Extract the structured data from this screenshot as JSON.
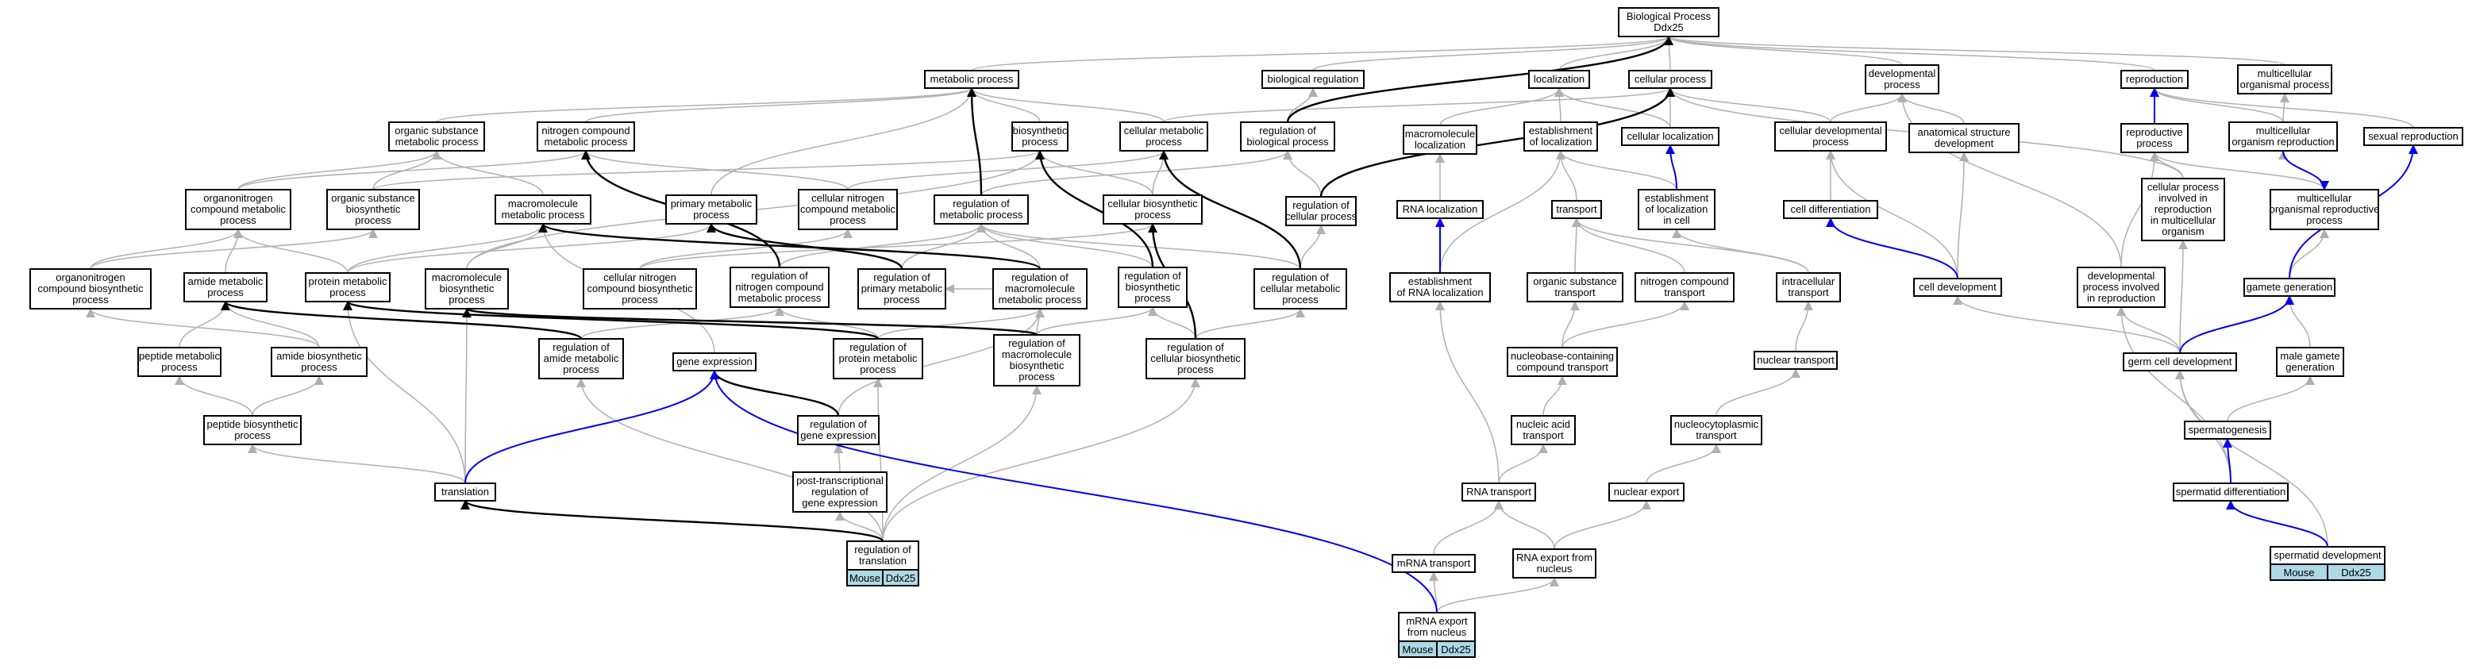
{
  "graph": {
    "nodes": {
      "root": [
        "Biological Process",
        "Ddx25"
      ],
      "meta": [
        "metabolic process"
      ],
      "bioreg": [
        "biological regulation"
      ],
      "loc": [
        "localization"
      ],
      "cellproc": [
        "cellular process"
      ],
      "dev": [
        "developmental",
        "process"
      ],
      "repro": [
        "reproduction"
      ],
      "multiorg": [
        "multicellular",
        "organismal process"
      ],
      "orgsub": [
        "organic substance",
        "metabolic process"
      ],
      "ncmp": [
        "nitrogen compound",
        "metabolic process"
      ],
      "biosyn": [
        "biosynthetic",
        "process"
      ],
      "cellmeta": [
        "cellular metabolic",
        "process"
      ],
      "regbio": [
        "regulation of",
        "biological process"
      ],
      "macroloc": [
        "macromolecule",
        "localization"
      ],
      "estloc": [
        "establishment",
        "of localization"
      ],
      "cellloc": [
        "cellular localization"
      ],
      "celldevproc": [
        "cellular developmental",
        "process"
      ],
      "anatdev": [
        "anatomical structure",
        "development"
      ],
      "reproproc": [
        "reproductive",
        "process"
      ],
      "multirepro": [
        "multicellular",
        "organism reproduction"
      ],
      "sexrepro": [
        "sexual reproduction"
      ],
      "orgnitmeta": [
        "organonitrogen",
        "compound metabolic",
        "process"
      ],
      "orgsubbio": [
        "organic substance",
        "biosynthetic",
        "process"
      ],
      "macromet": [
        "macromolecule",
        "metabolic process"
      ],
      "primmeta": [
        "primary metabolic",
        "process"
      ],
      "cellnitmeta": [
        "cellular nitrogen",
        "compound metabolic",
        "process"
      ],
      "regmeta": [
        "regulation of",
        "metabolic process"
      ],
      "cellbio": [
        "cellular biosynthetic",
        "process"
      ],
      "regcell": [
        "regulation of",
        "cellular process"
      ],
      "rnaloc": [
        "RNA localization"
      ],
      "transport": [
        "transport"
      ],
      "estlocincell": [
        "establishment",
        "of localization",
        "in cell"
      ],
      "celldiff": [
        "cell differentiation"
      ],
      "cellprocrepro": [
        "cellular process",
        "involved in",
        "reproduction",
        "in multicellular",
        "organism"
      ],
      "multireproproc": [
        "multicellular",
        "organismal reproductive",
        "process"
      ],
      "orgnitbio": [
        "organonitrogen",
        "compound biosynthetic",
        "process"
      ],
      "aminometa": [
        "amide metabolic",
        "process"
      ],
      "protmeta": [
        "protein metabolic",
        "process"
      ],
      "macrobio": [
        "macromolecule",
        "biosynthetic",
        "process"
      ],
      "cellnitbio": [
        "cellular nitrogen",
        "compound biosynthetic",
        "process"
      ],
      "regnit": [
        "regulation of",
        "nitrogen compound",
        "metabolic process"
      ],
      "regprim": [
        "regulation of",
        "primary metabolic",
        "process"
      ],
      "regmacro": [
        "regulation of",
        "macromolecule",
        "metabolic process"
      ],
      "regbiosyn": [
        "regulation of",
        "biosynthetic",
        "process"
      ],
      "regcellmeta": [
        "regulation of",
        "cellular metabolic",
        "process"
      ],
      "estrna": [
        "establishment",
        "of RNA localization"
      ],
      "orgsubtrans": [
        "organic substance",
        "transport"
      ],
      "nittrans": [
        "nitrogen compound",
        "transport"
      ],
      "intratrans": [
        "intracellular",
        "transport"
      ],
      "celldev": [
        "cell development"
      ],
      "devrepro": [
        "developmental",
        "process involved",
        "in reproduction"
      ],
      "gametegen": [
        "gamete generation"
      ],
      "peptmeta": [
        "peptide metabolic",
        "process"
      ],
      "amidebio": [
        "amide biosynthetic",
        "process"
      ],
      "regamide": [
        "regulation of",
        "amide metabolic",
        "process"
      ],
      "geneexp": [
        "gene expression"
      ],
      "regprot": [
        "regulation of",
        "protein metabolic",
        "process"
      ],
      "regmacrobio": [
        "regulation of",
        "macromolecule",
        "biosynthetic",
        "process"
      ],
      "regcellbio": [
        "regulation of",
        "cellular biosynthetic",
        "process"
      ],
      "nucleobase": [
        "nucleobase-containing",
        "compound transport"
      ],
      "nucltrans": [
        "nuclear transport"
      ],
      "germcell": [
        "germ cell development"
      ],
      "malegam": [
        "male gamete",
        "generation"
      ],
      "peptbio": [
        "peptide biosynthetic",
        "process"
      ],
      "reggene": [
        "regulation of",
        "gene expression"
      ],
      "nucacid": [
        "nucleic acid",
        "transport"
      ],
      "nucleocyto": [
        "nucleocytoplasmic",
        "transport"
      ],
      "spermatogen": [
        "spermatogenesis"
      ],
      "translation": [
        "translation"
      ],
      "posttrans": [
        "post-transcriptional",
        "regulation of",
        "gene expression"
      ],
      "rnatrans": [
        "RNA transport"
      ],
      "nucexport": [
        "nuclear export"
      ],
      "spermatid": [
        "spermatid differentiation"
      ],
      "regtrans": [
        "regulation of",
        "translation"
      ],
      "mrnatrans": [
        "mRNA transport"
      ],
      "rnaexport": [
        "RNA export from",
        "nucleus"
      ],
      "sperdev": [
        "spermatid development"
      ],
      "mrnaexport": [
        "mRNA export",
        "from nucleus"
      ]
    },
    "annotations": {
      "regtrans": [
        "Mouse",
        "Ddx25"
      ],
      "sperdev": [
        "Mouse",
        "Ddx25"
      ],
      "mrnaexport": [
        "Mouse",
        "Ddx25"
      ]
    },
    "edges": {
      "is_a": [
        [
          "meta",
          "root"
        ],
        [
          "bioreg",
          "root"
        ],
        [
          "loc",
          "root"
        ],
        [
          "cellproc",
          "root"
        ],
        [
          "dev",
          "root"
        ],
        [
          "repro",
          "root"
        ],
        [
          "multiorg",
          "root"
        ],
        [
          "orgsub",
          "meta"
        ],
        [
          "ncmp",
          "meta"
        ],
        [
          "biosyn",
          "meta"
        ],
        [
          "cellmeta",
          "meta"
        ],
        [
          "cellmeta",
          "cellproc"
        ],
        [
          "regbio",
          "bioreg"
        ],
        [
          "macroloc",
          "loc"
        ],
        [
          "estloc",
          "loc"
        ],
        [
          "cellloc",
          "loc"
        ],
        [
          "cellloc",
          "cellproc"
        ],
        [
          "celldevproc",
          "dev"
        ],
        [
          "celldevproc",
          "cellproc"
        ],
        [
          "anatdev",
          "dev"
        ],
        [
          "reproproc",
          "repro"
        ],
        [
          "multirepro",
          "repro"
        ],
        [
          "multirepro",
          "multiorg"
        ],
        [
          "sexrepro",
          "repro"
        ],
        [
          "orgnitmeta",
          "orgsub"
        ],
        [
          "orgnitmeta",
          "ncmp"
        ],
        [
          "orgsubbio",
          "orgsub"
        ],
        [
          "orgsubbio",
          "biosyn"
        ],
        [
          "macromet",
          "orgsub"
        ],
        [
          "primmeta",
          "meta"
        ],
        [
          "cellnitmeta",
          "ncmp"
        ],
        [
          "cellnitmeta",
          "cellmeta"
        ],
        [
          "regmeta",
          "regbio"
        ],
        [
          "cellbio",
          "biosyn"
        ],
        [
          "cellbio",
          "cellmeta"
        ],
        [
          "regcell",
          "regbio"
        ],
        [
          "regcell",
          "cellproc"
        ],
        [
          "rnaloc",
          "macroloc"
        ],
        [
          "transport",
          "estloc"
        ],
        [
          "estlocincell",
          "estloc"
        ],
        [
          "celldiff",
          "celldevproc"
        ],
        [
          "cellprocrepro",
          "reproproc"
        ],
        [
          "cellprocrepro",
          "cellproc"
        ],
        [
          "multireproproc",
          "reproproc"
        ],
        [
          "multireproproc",
          "multirepro"
        ],
        [
          "orgnitbio",
          "orgnitmeta"
        ],
        [
          "orgnitbio",
          "orgsubbio"
        ],
        [
          "aminometa",
          "orgnitmeta"
        ],
        [
          "protmeta",
          "macromet"
        ],
        [
          "protmeta",
          "orgnitmeta"
        ],
        [
          "protmeta",
          "primmeta"
        ],
        [
          "macrobio",
          "macromet"
        ],
        [
          "macrobio",
          "biosyn"
        ],
        [
          "cellnitbio",
          "cellnitmeta"
        ],
        [
          "cellnitbio",
          "cellbio"
        ],
        [
          "regnit",
          "regmeta"
        ],
        [
          "regprim",
          "regmeta"
        ],
        [
          "regmacro",
          "regmeta"
        ],
        [
          "regmacro",
          "regprim"
        ],
        [
          "regbiosyn",
          "regmeta"
        ],
        [
          "regcellmeta",
          "regmeta"
        ],
        [
          "regcellmeta",
          "regcell"
        ],
        [
          "estrna",
          "estloc"
        ],
        [
          "orgsubtrans",
          "transport"
        ],
        [
          "nittrans",
          "transport"
        ],
        [
          "intratrans",
          "transport"
        ],
        [
          "intratrans",
          "estlocincell"
        ],
        [
          "celldev",
          "celldevproc"
        ],
        [
          "celldev",
          "anatdev"
        ],
        [
          "devrepro",
          "reproproc"
        ],
        [
          "devrepro",
          "dev"
        ],
        [
          "gametegen",
          "multireproproc"
        ],
        [
          "peptmeta",
          "aminometa"
        ],
        [
          "amidebio",
          "aminometa"
        ],
        [
          "amidebio",
          "orgnitbio"
        ],
        [
          "regamide",
          "regnit"
        ],
        [
          "geneexp",
          "macromet"
        ],
        [
          "regprot",
          "regmacro"
        ],
        [
          "regprot",
          "regnit"
        ],
        [
          "regmacrobio",
          "regmacro"
        ],
        [
          "regmacrobio",
          "regbiosyn"
        ],
        [
          "regcellbio",
          "regbiosyn"
        ],
        [
          "regcellbio",
          "regcellmeta"
        ],
        [
          "nucleobase",
          "orgsubtrans"
        ],
        [
          "nucleobase",
          "nittrans"
        ],
        [
          "nucltrans",
          "intratrans"
        ],
        [
          "germcell",
          "celldev"
        ],
        [
          "germcell",
          "devrepro"
        ],
        [
          "germcell",
          "cellprocrepro"
        ],
        [
          "malegam",
          "gametegen"
        ],
        [
          "peptbio",
          "peptmeta"
        ],
        [
          "peptbio",
          "amidebio"
        ],
        [
          "reggene",
          "regmacro"
        ],
        [
          "nucacid",
          "nucleobase"
        ],
        [
          "nucleocyto",
          "nucltrans"
        ],
        [
          "spermatogen",
          "malegam"
        ],
        [
          "translation",
          "peptbio"
        ],
        [
          "translation",
          "protmeta"
        ],
        [
          "translation",
          "macrobio"
        ],
        [
          "posttrans",
          "reggene"
        ],
        [
          "rnatrans",
          "nucacid"
        ],
        [
          "rnatrans",
          "estrna"
        ],
        [
          "nucexport",
          "nucleocyto"
        ],
        [
          "spermatid",
          "germcell"
        ],
        [
          "spermatid",
          "devrepro"
        ],
        [
          "regtrans",
          "regamide"
        ],
        [
          "regtrans",
          "regprot"
        ],
        [
          "regtrans",
          "regmacrobio"
        ],
        [
          "regtrans",
          "regcellbio"
        ],
        [
          "regtrans",
          "posttrans"
        ],
        [
          "mrnatrans",
          "rnatrans"
        ],
        [
          "rnaexport",
          "rnatrans"
        ],
        [
          "rnaexport",
          "nucexport"
        ],
        [
          "sperdev",
          "germcell"
        ],
        [
          "mrnaexport",
          "mrnatrans"
        ],
        [
          "mrnaexport",
          "rnaexport"
        ]
      ],
      "regulates": [
        [
          "regbio",
          "root"
        ],
        [
          "regmeta",
          "meta"
        ],
        [
          "regnit",
          "ncmp"
        ],
        [
          "regprim",
          "primmeta"
        ],
        [
          "regmacro",
          "macromet"
        ],
        [
          "regbiosyn",
          "biosyn"
        ],
        [
          "regcell",
          "cellproc"
        ],
        [
          "regcellmeta",
          "cellmeta"
        ],
        [
          "regamide",
          "aminometa"
        ],
        [
          "regprot",
          "protmeta"
        ],
        [
          "regmacrobio",
          "macrobio"
        ],
        [
          "regcellbio",
          "cellbio"
        ],
        [
          "reggene",
          "geneexp"
        ],
        [
          "regtrans",
          "translation"
        ]
      ],
      "part_of": [
        [
          "reproproc",
          "repro"
        ],
        [
          "multirepro",
          "multireproproc"
        ],
        [
          "estlocincell",
          "cellloc"
        ],
        [
          "estrna",
          "rnaloc"
        ],
        [
          "celldev",
          "celldiff"
        ],
        [
          "gametegen",
          "sexrepro"
        ],
        [
          "germcell",
          "gametegen"
        ],
        [
          "spermatid",
          "spermatogen"
        ],
        [
          "translation",
          "geneexp"
        ],
        [
          "mrnaexport",
          "geneexp"
        ],
        [
          "sperdev",
          "spermatid"
        ]
      ]
    },
    "colors": {
      "is_a": "#b0b0b0",
      "regulates": "#000000",
      "part_of": "#0000ee",
      "annotation_fill": "#add8e6"
    }
  }
}
